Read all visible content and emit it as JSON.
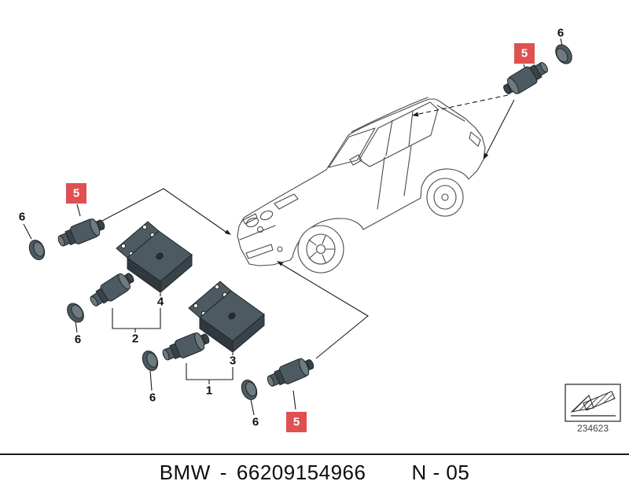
{
  "callouts": {
    "n1": "1",
    "n2": "2",
    "n3": "3",
    "n4": "4",
    "n5": "5",
    "n6": "6"
  },
  "footer": {
    "brand": "BMW",
    "separator": "-",
    "part_number": "66209154966",
    "sheet": "N - 05"
  },
  "legend": {
    "code": "234623"
  },
  "colors": {
    "highlight_bg": "#df5050",
    "highlight_text": "#ffffff",
    "line": "#1a1a1a",
    "car_stroke": "#4a4a4a",
    "sensor_dark": "#39444a",
    "sensor_mid": "#4d5a61",
    "sensor_light": "#6d7b81"
  }
}
